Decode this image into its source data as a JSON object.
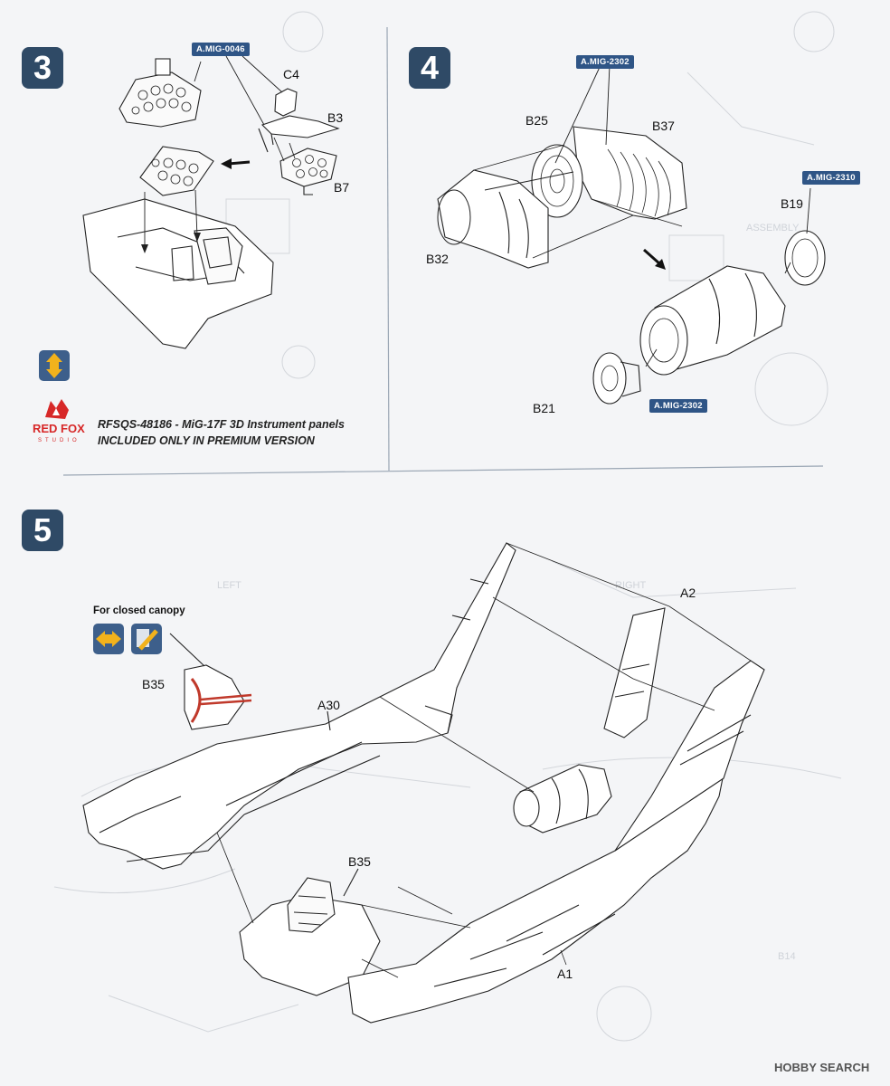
{
  "steps": {
    "step3": {
      "number": "3"
    },
    "step4": {
      "number": "4"
    },
    "step5": {
      "number": "5"
    }
  },
  "ref_tags": {
    "mig0046": "A.MIG-0046",
    "mig2302_top": "A.MIG-2302",
    "mig2310": "A.MIG-2310",
    "mig2302_bottom": "A.MIG-2302"
  },
  "parts": {
    "c4": "C4",
    "b3": "B3",
    "b7": "B7",
    "b25": "B25",
    "b37": "B37",
    "b19": "B19",
    "b32": "B32",
    "b21": "B21",
    "b35_canopy": "B35",
    "a30": "A30",
    "a2": "A2",
    "b35_cockpit": "B35",
    "a1": "A1"
  },
  "info_note": {
    "line1": "RFSQS-48186 - MiG-17F 3D Instrument panels",
    "line2": "INCLUDED ONLY IN PREMIUM VERSION"
  },
  "closed_canopy": {
    "title": "For closed canopy"
  },
  "brand": {
    "name": "RED FOX",
    "sub": "STUDIO"
  },
  "watermark": {
    "text": "HOBBY SEARCH"
  },
  "icons": {
    "premium_arrows": "up-down-arrows-icon",
    "fox_logo": "fox-logo",
    "alternative": "left-right-arrows-icon",
    "cut": "cut-part-icon"
  },
  "colors": {
    "step_badge": "#2f4a66",
    "ref_tag": "#2f5586",
    "brand_red": "#d72828",
    "icon_yellow": "#f2b21c",
    "icon_blue": "#3d5f8b",
    "canopy_red": "#c0392b"
  }
}
